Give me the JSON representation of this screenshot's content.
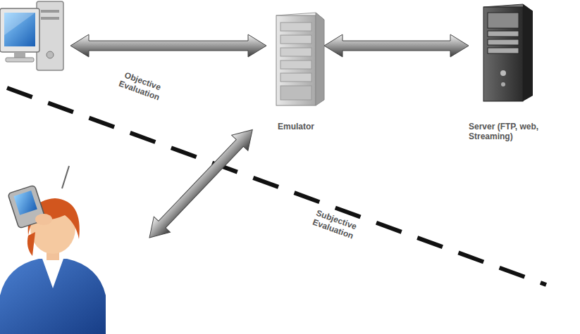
{
  "diagram": {
    "nodes": [
      {
        "text": [
          "Emulator"
        ]
      },
      {
        "text": [
          "Server (FTP, web, Streaming)"
        ]
      }
    ],
    "edges": [
      {
        "from": 0,
        "to": 1,
        "arrow": "both"
      }
    ],
    "labels": [
      "Objective Evaluation",
      "Subjective Evaluation"
    ]
  }
}
